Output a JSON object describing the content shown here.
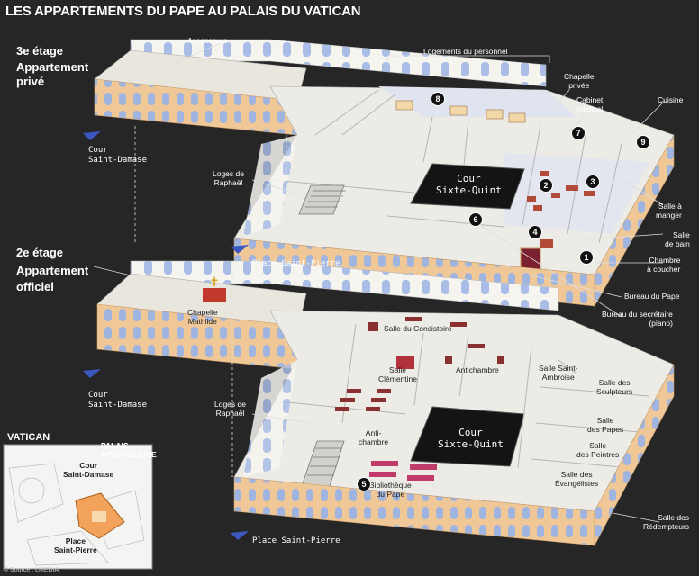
{
  "title": "LES APPARTEMENTS DU PAPE AU PALAIS DU VATICAN",
  "floors": {
    "third": {
      "level": "3e étage",
      "name_line1": "Appartement",
      "name_line2": "privé"
    },
    "second": {
      "level": "2e étage",
      "name_line1": "Appartement",
      "name_line2": "officiel"
    }
  },
  "third_floor_labels": {
    "ascenseurs": "Ascenseurs",
    "logements": "Logements du personnel",
    "chapelle_privee": "Chapelle\nprivée",
    "cabinet_medical": "Cabinet\nmédical",
    "cuisine": "Cuisine",
    "cour_saint_damase": "Cour\nSaint-Damase",
    "loges_raphael": "Loges de\nRaphaël",
    "cour_sixte_quint": "Cour\nSixte-Quint",
    "salle_a_manger": "Salle à\nmanger",
    "salle_de_bain": "Salle\nde bain",
    "chambre": "Chambre\nà coucher",
    "place_saint_pierre": "Place Saint-Pierre",
    "bureau_pape": "Bureau du Pape",
    "bureau_secretaire": "Bureau du secrétaire\n(piano)"
  },
  "second_floor_labels": {
    "chapelle_mathilde": "Chapelle\nMathilde",
    "salle_consistoire": "Salle du Consistoire",
    "salle_clementine": "Salle\nClémentine",
    "antichambre": "Antichambre",
    "salle_saint_ambroise": "Salle Saint-\nAmbroise",
    "salle_sculpteurs": "Salle des\nSculpteurs",
    "salle_papes": "Salle\ndes Papes",
    "salle_peintres": "Salle\ndes Peintres",
    "salle_evangelistes": "Salle des\nÉvangélistes",
    "salle_redempteurs": "Salle des\nRédempteurs",
    "cour_saint_damase": "Cour\nSaint-Damase",
    "loges_raphael": "Loges de\nRaphaël",
    "anti_chambre": "Anti-\nchambre",
    "cour_sixte_quint": "Cour\nSixte-Quint",
    "bibliotheque": "Bibliothèque\ndu Pape",
    "place_saint_pierre": "Place Saint-Pierre"
  },
  "badges": [
    "1",
    "2",
    "3",
    "4",
    "5",
    "6",
    "7",
    "8",
    "9"
  ],
  "inset": {
    "vatican": "VATICAN",
    "palais": "PALAIS\nAPOSTOLIQUE",
    "cour": "Cour\nSaint-Damase",
    "place": "Place\nSaint-Pierre"
  },
  "source": "© Source : LMEDIA",
  "colors": {
    "background": "#262626",
    "wall": "#f4f1ea",
    "floor": "#d9d4c8",
    "facade": "#f2c99a",
    "window": "#8fa9d8",
    "arrow": "#2f4fb0"
  }
}
